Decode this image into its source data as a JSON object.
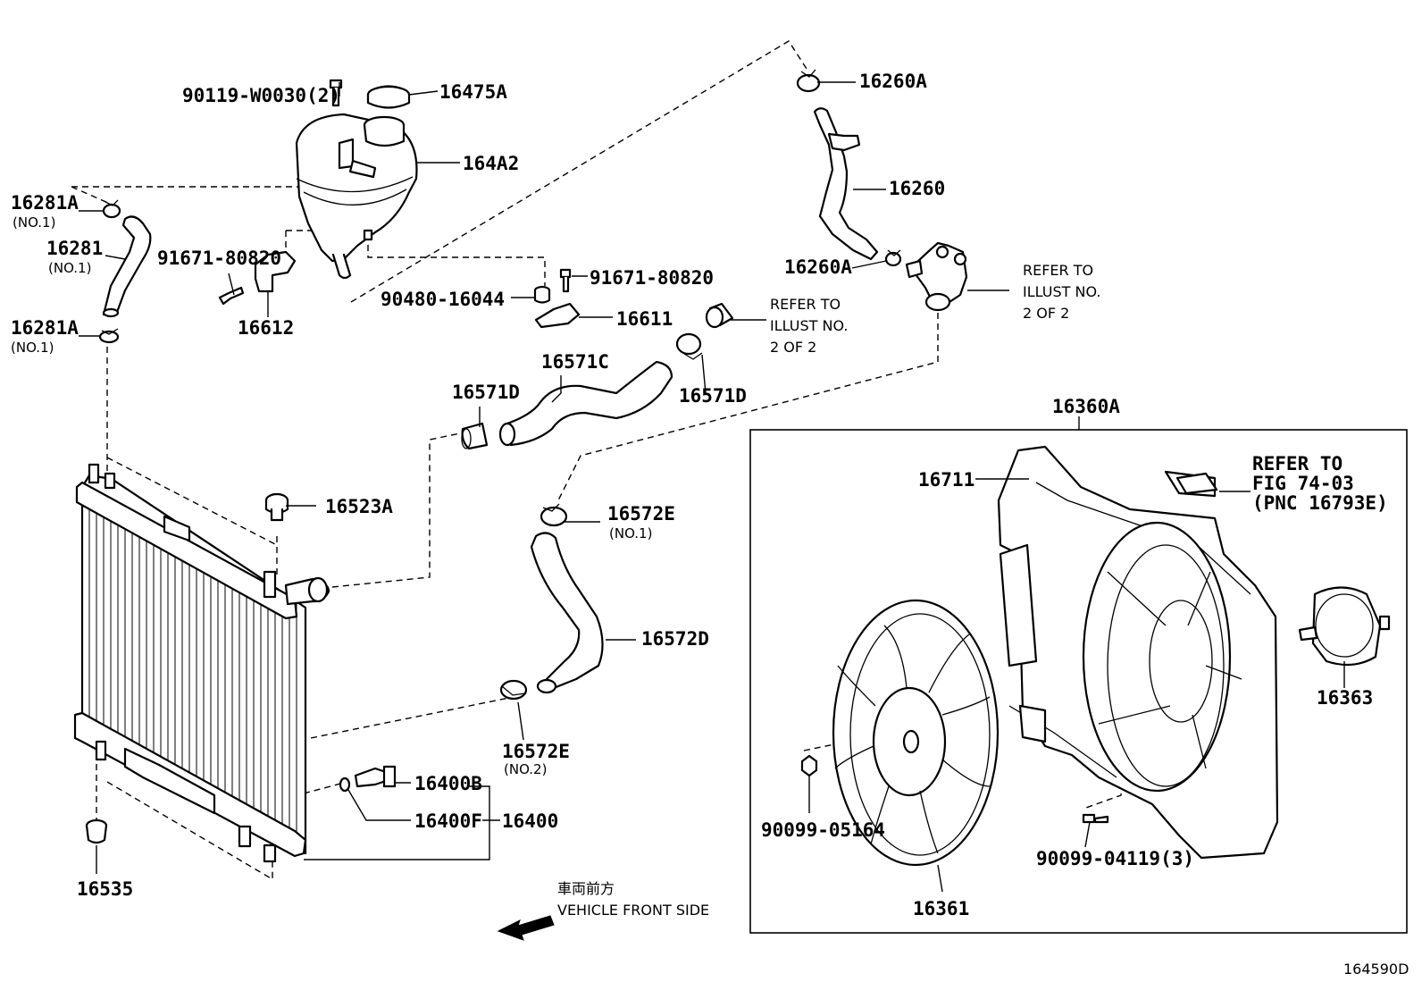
{
  "diagram_id": "164590D",
  "labels": {
    "cap_bolt": "90119-W0030(2)",
    "cap": "16475A",
    "reservoir": "164A2",
    "clamp_upper_left": "16281A",
    "clamp_upper_left_sub": "(NO.1)",
    "hose_overflow": "16281",
    "hose_overflow_sub": "(NO.1)",
    "bolt_left": "91671-80820",
    "bracket_left": "16612",
    "clamp_lower_left": "16281A",
    "clamp_lower_left_sub": "(NO.1)",
    "bolt_right": "91671-80820",
    "grommet": "90480-16044",
    "bracket_right": "16611",
    "clamp_top_right": "16260A",
    "hose_bypass": "16260",
    "clamp_bypass_lower": "16260A",
    "refer_outlet_1": "REFER TO",
    "refer_outlet_2": "ILLUST NO.",
    "refer_outlet_3": "2 OF 2",
    "refer_inlet_1": "REFER TO",
    "refer_inlet_2": "ILLUST NO.",
    "refer_inlet_3": "2 OF 2",
    "hose_upper": "16571C",
    "clamp_upper_hose_left": "16571D",
    "clamp_upper_hose_right": "16571D",
    "radiator_cap": "16523A",
    "clamp_lower_hose_top": "16572E",
    "clamp_lower_hose_top_sub": "(NO.1)",
    "hose_lower": "16572D",
    "clamp_lower_hose_bottom": "16572E",
    "clamp_lower_hose_bottom_sub": "(NO.2)",
    "drain_cock": "16400B",
    "drain_oring": "16400F",
    "radiator": "16400",
    "drain_plug": "16535",
    "fan_assembly": "16360A",
    "shroud": "16711",
    "refer_fig_1": "REFER TO",
    "refer_fig_2": "FIG 74-03",
    "refer_fig_3": "(PNC 16793E)",
    "fan_motor": "16363",
    "fan_nut": "90099-05164",
    "fan_blade": "16361",
    "shroud_bolt": "90099-04119(3)",
    "front_jp": "車両前方",
    "front_en": "VEHICLE FRONT SIDE"
  }
}
